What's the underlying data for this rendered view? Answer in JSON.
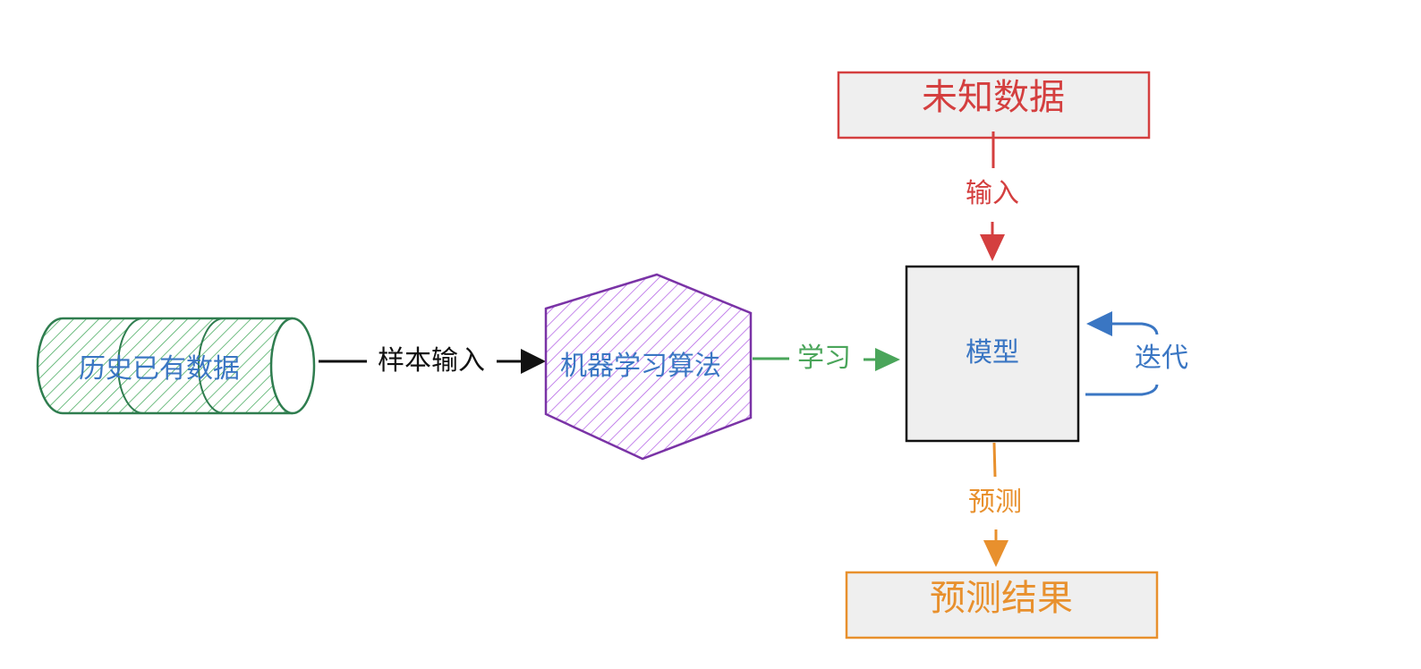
{
  "nodes": {
    "history_data": {
      "label": "历史已有数据",
      "stroke": "#2f7d4f",
      "hatch": "#41a85a",
      "text_color": "#3a76c3"
    },
    "ml_algorithm": {
      "label": "机器学习算法",
      "stroke": "#7a33a6",
      "hatch": "#b361e6",
      "text_color": "#3a76c3"
    },
    "model": {
      "label": "模型",
      "stroke": "#111111",
      "fill": "#efefef",
      "text_color": "#3a76c3"
    },
    "unknown_data": {
      "label": "未知数据",
      "stroke": "#d43f3f",
      "fill": "#efefef",
      "text_color": "#d43f3f"
    },
    "prediction_result": {
      "label": "预测结果",
      "stroke": "#e8902d",
      "fill": "#efefef",
      "text_color": "#e8902d"
    }
  },
  "edges": {
    "sample_input": {
      "label": "样本输入",
      "color": "#111111"
    },
    "learn": {
      "label": "学习",
      "color": "#4aa55a"
    },
    "input": {
      "label": "输入",
      "color": "#d43f3f"
    },
    "predict": {
      "label": "预测",
      "color": "#e8902d"
    },
    "iterate": {
      "label": "迭代",
      "color": "#3a76c3"
    }
  }
}
